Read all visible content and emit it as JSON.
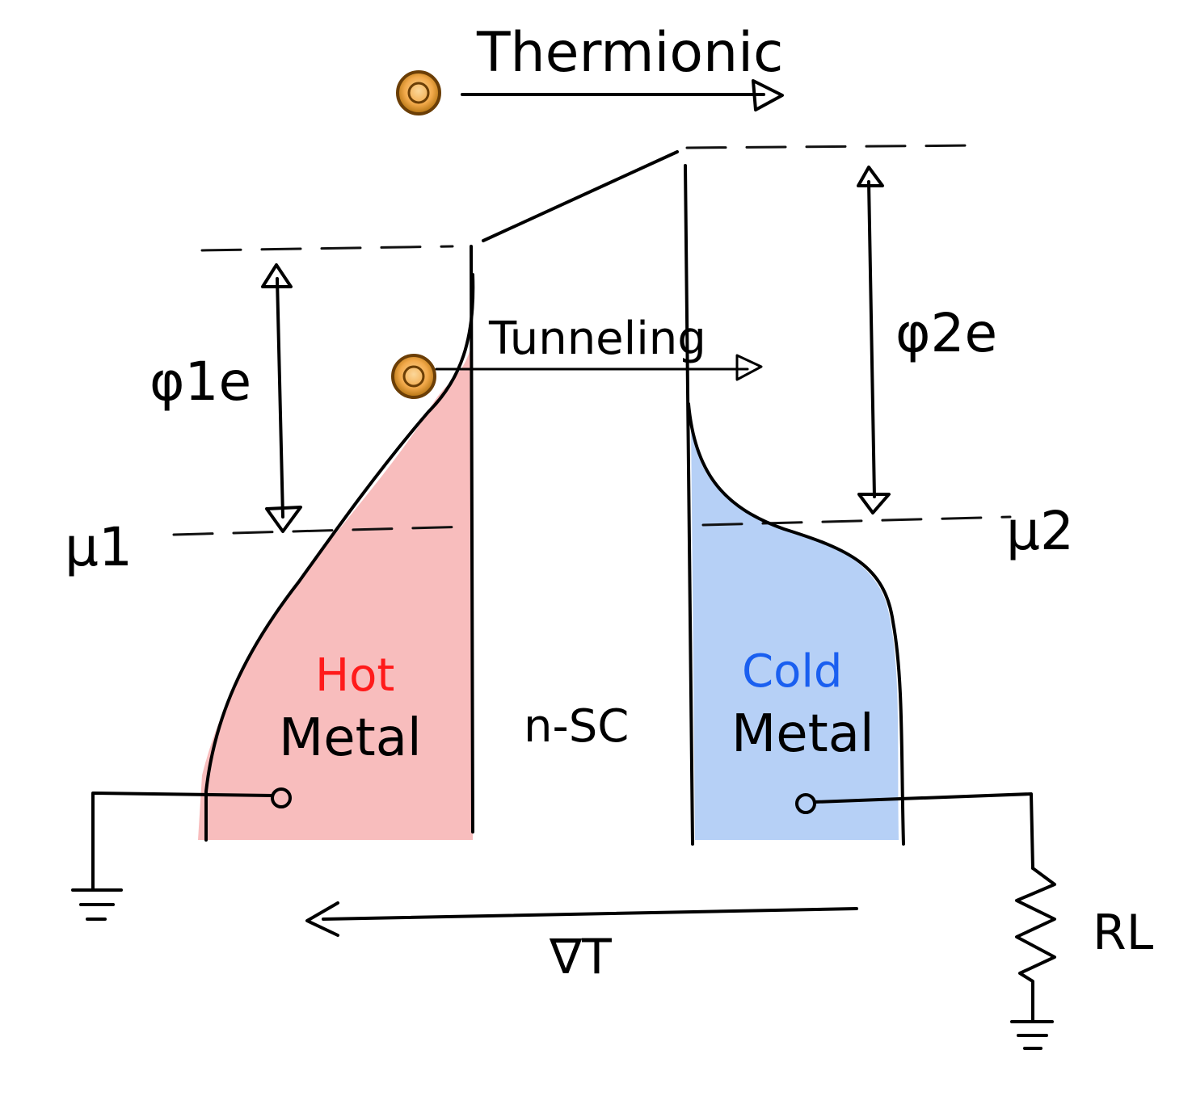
{
  "labels": {
    "thermionic": "Thermionic",
    "tunneling": "Tunneling",
    "phi1e": "φ1e",
    "phi2e": "φ2e",
    "mu1": "μ1",
    "mu2": "μ2",
    "hot": "Hot",
    "cold": "Cold",
    "metal_left": "Metal",
    "metal_right": "Metal",
    "nsc": "n-SC",
    "grad_t": "∇T",
    "rl": "RL"
  },
  "colors": {
    "hot_fill": "#f7b1b1",
    "cold_fill": "#a9c8f5",
    "hot_text": "#ff1a1a",
    "cold_text": "#1a5ff0",
    "electron_outer": "#b0700e",
    "electron_inner": "#f2a94a"
  }
}
